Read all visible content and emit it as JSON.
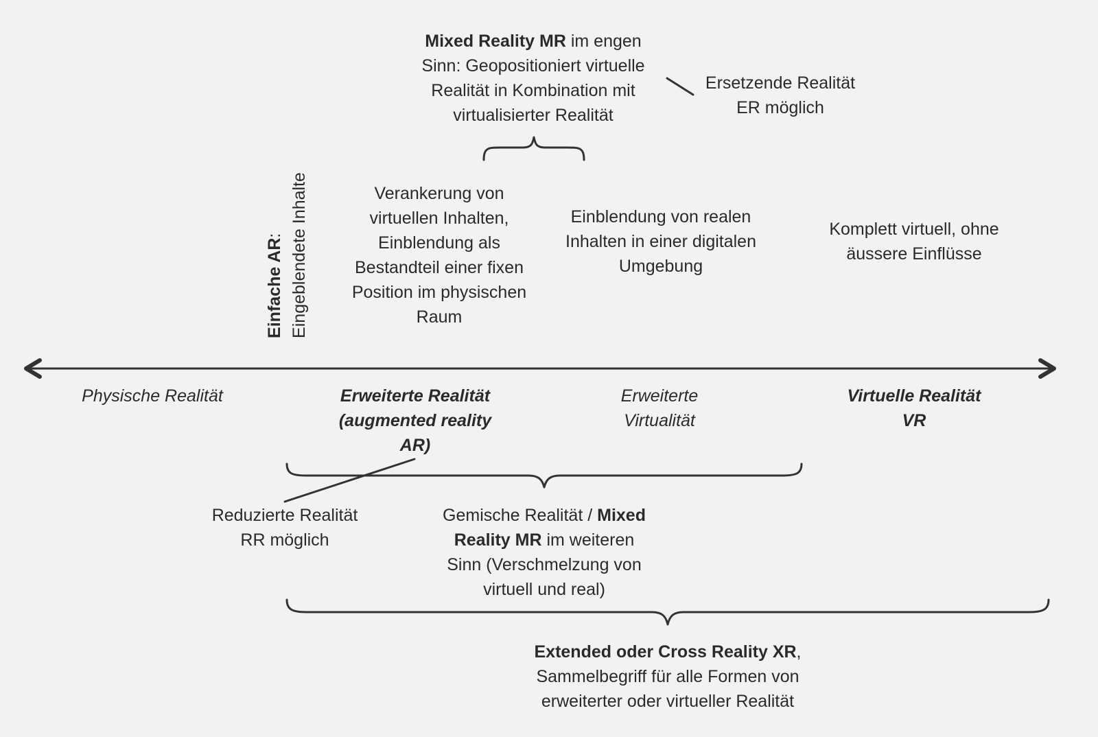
{
  "top": {
    "mr_narrow_bold": "Mixed Reality MR",
    "mr_narrow_rest_1": " im engen",
    "mr_narrow_line_2": "Sinn: Geopositioniert virtuelle",
    "mr_narrow_line_3": "Realität in Kombination mit",
    "mr_narrow_line_4": "virtualisierter Realität",
    "er_line_1": "Ersetzende Realität",
    "er_line_2": "ER möglich"
  },
  "vertical": {
    "bold": "Einfache AR",
    "colon": ":",
    "line_2": "Eingeblendete Inhalte"
  },
  "descriptions": {
    "anchoring": [
      "Verankerung von",
      "virtuellen Inhalten,",
      "Einblendung als",
      "Bestandteil einer fixen",
      "Position im physischen",
      "Raum"
    ],
    "real_in_digital": [
      "Einblendung von realen",
      "Inhalten in einer digitalen",
      "Umgebung"
    ],
    "full_virtual": [
      "Komplett virtuell, ohne",
      "äussere Einflüsse"
    ]
  },
  "axis_labels": {
    "physical": "Physische Realität",
    "ar": [
      "Erweiterte Realität",
      "(augmented reality",
      "AR)"
    ],
    "av": [
      "Erweiterte",
      "Virtualität"
    ],
    "vr": [
      "Virtuelle Realität",
      "VR"
    ]
  },
  "bottom": {
    "rr": [
      "Reduzierte Realität",
      "RR möglich"
    ],
    "mr_wide_line_1_normal": "Gemische Realität / ",
    "mr_wide_line_1_bold": "Mixed",
    "mr_wide_line_2_bold": "Reality MR",
    "mr_wide_line_2_normal": " im weiteren",
    "mr_wide_line_3": "Sinn (Verschmelzung von",
    "mr_wide_line_4": "virtuell und real)",
    "xr_bold": "Extended oder Cross Reality XR",
    "xr_comma": ",",
    "xr_line_2": "Sammelbegriff für alle Formen von",
    "xr_line_3": "erweiterter oder virtueller Realität"
  }
}
